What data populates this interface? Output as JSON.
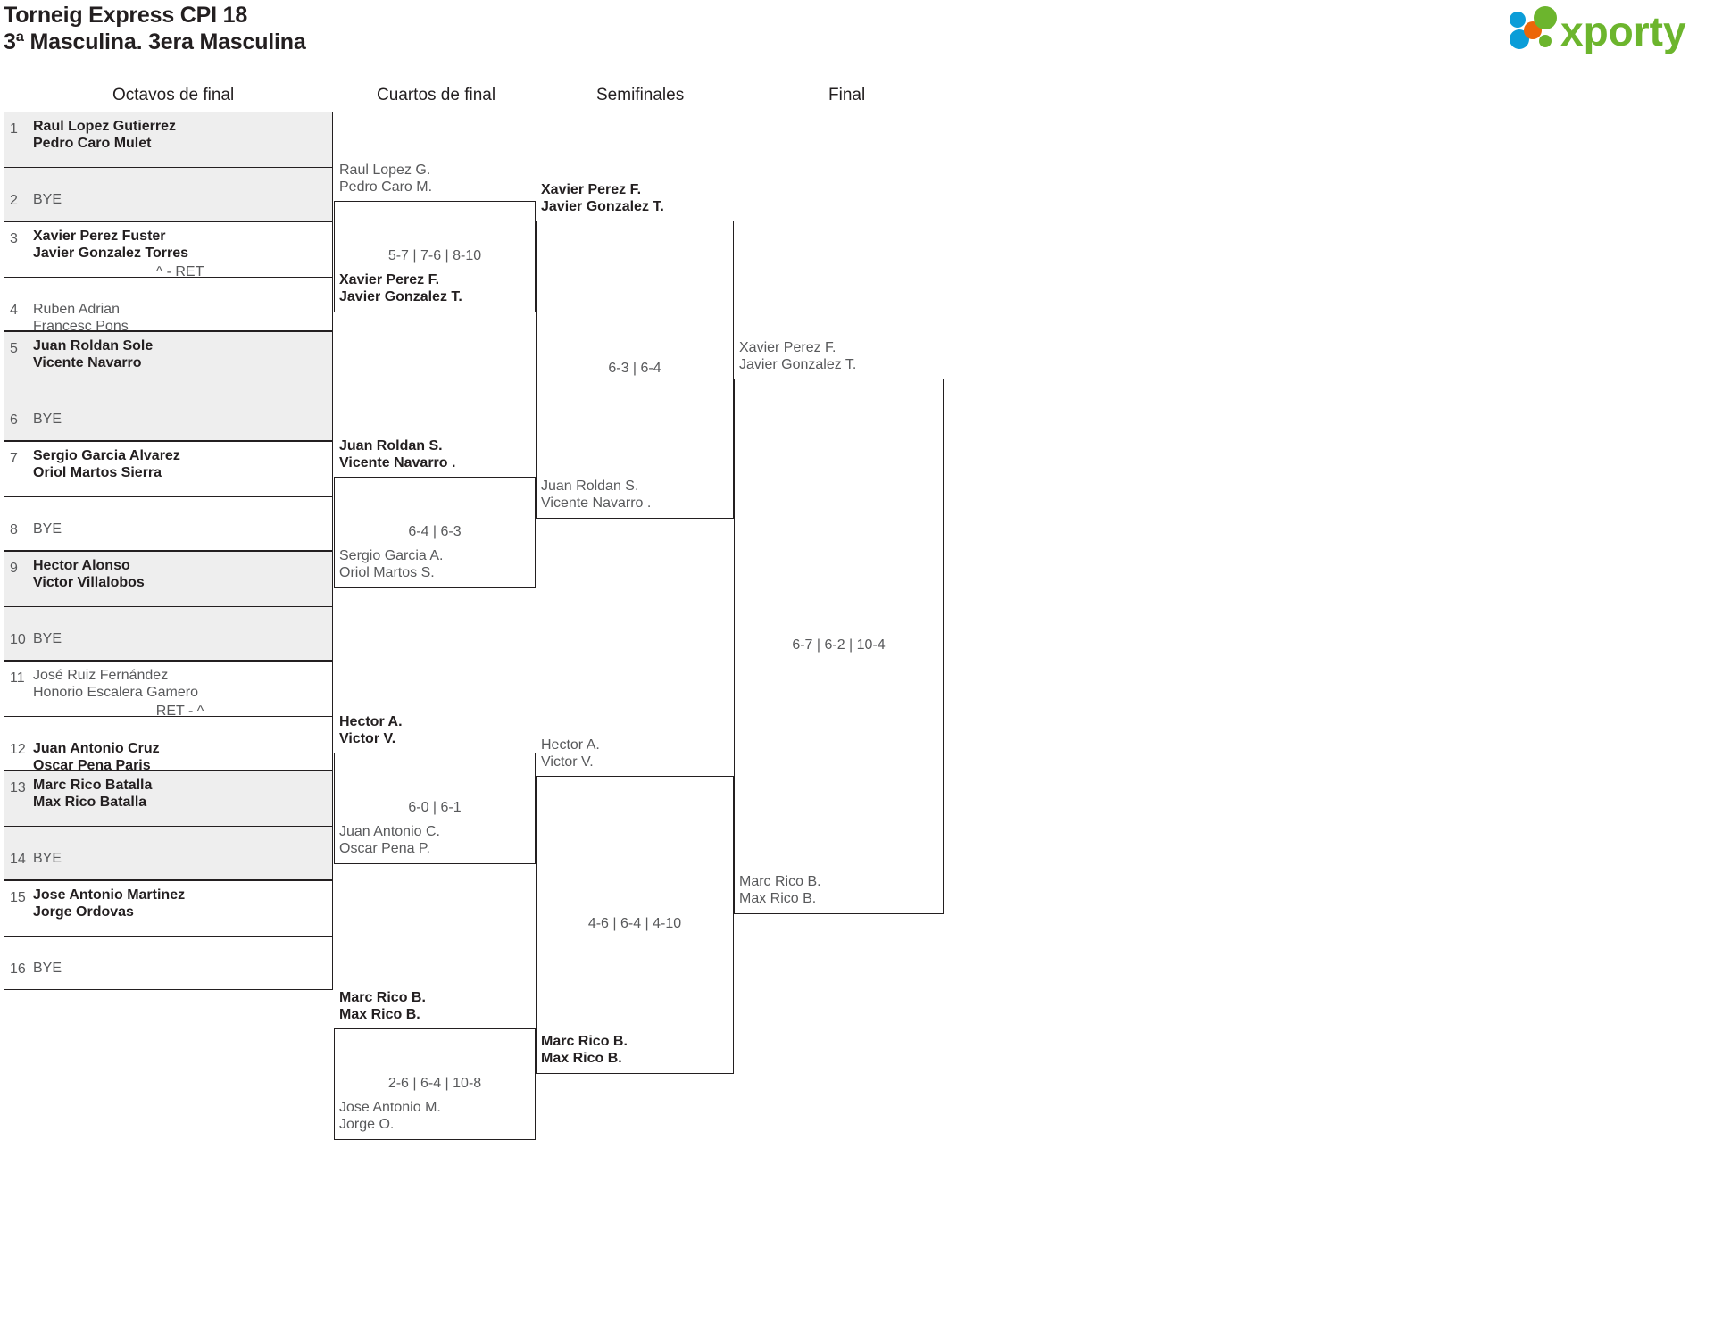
{
  "header": {
    "tournament": "Torneig Express CPI 18",
    "category": "3ª Masculina. 3era Masculina",
    "logo_text": "xporty",
    "logo_colors": {
      "green": "#6cb52d",
      "blue": "#0b9dd8",
      "orange": "#ec6608"
    }
  },
  "rounds": [
    {
      "id": "r16",
      "label": "Octavos de final"
    },
    {
      "id": "qf",
      "label": "Cuartos de final"
    },
    {
      "id": "sf",
      "label": "Semifinales"
    },
    {
      "id": "f",
      "label": "Final"
    }
  ],
  "round1": [
    {
      "seed": "1",
      "l1": "Raul Lopez Gutierrez",
      "l2": "Pedro Caro Mulet",
      "state": "winner",
      "bye": false
    },
    {
      "seed": "2",
      "l1": "BYE",
      "l2": "",
      "state": "bye",
      "bye": true
    },
    {
      "seed": "3",
      "l1": "Xavier Perez Fuster",
      "l2": "Javier Gonzalez Torres",
      "state": "winner",
      "bye": false
    },
    {
      "seed": "4",
      "l1": "Ruben Adrian",
      "l2": "Francesc Pons",
      "state": "loser",
      "bye": false
    },
    {
      "seed": "5",
      "l1": "Juan Roldan Sole",
      "l2": "Vicente Navarro",
      "state": "winner",
      "bye": false
    },
    {
      "seed": "6",
      "l1": "BYE",
      "l2": "",
      "state": "bye",
      "bye": true
    },
    {
      "seed": "7",
      "l1": "Sergio Garcia Alvarez",
      "l2": "Oriol Martos Sierra",
      "state": "winner",
      "bye": false
    },
    {
      "seed": "8",
      "l1": "BYE",
      "l2": "",
      "state": "bye",
      "bye": true
    },
    {
      "seed": "9",
      "l1": "Hector Alonso",
      "l2": "Victor Villalobos",
      "state": "winner",
      "bye": false
    },
    {
      "seed": "10",
      "l1": "BYE",
      "l2": "",
      "state": "bye",
      "bye": true
    },
    {
      "seed": "11",
      "l1": "José Ruiz Fernández",
      "l2": "Honorio Escalera Gamero",
      "state": "loser",
      "bye": false
    },
    {
      "seed": "12",
      "l1": "Juan Antonio Cruz",
      "l2": "Oscar Pena Paris",
      "state": "winner",
      "bye": false
    },
    {
      "seed": "13",
      "l1": "Marc Rico Batalla",
      "l2": "Max Rico Batalla",
      "state": "winner",
      "bye": false
    },
    {
      "seed": "14",
      "l1": "BYE",
      "l2": "",
      "state": "bye",
      "bye": true
    },
    {
      "seed": "15",
      "l1": "Jose Antonio Martinez",
      "l2": "Jorge Ordovas",
      "state": "winner",
      "bye": false
    },
    {
      "seed": "16",
      "l1": "BYE",
      "l2": "",
      "state": "bye",
      "bye": true
    }
  ],
  "round1_scores": [
    {
      "pair": "1-2",
      "text": ""
    },
    {
      "pair": "3-4",
      "text": "^ - RET"
    },
    {
      "pair": "5-6",
      "text": ""
    },
    {
      "pair": "7-8",
      "text": ""
    },
    {
      "pair": "9-10",
      "text": ""
    },
    {
      "pair": "11-12",
      "text": "RET - ^"
    },
    {
      "pair": "13-14",
      "text": ""
    },
    {
      "pair": "15-16",
      "text": ""
    }
  ],
  "quarterfinals": [
    {
      "top_l1": "Raul Lopez G.",
      "top_l2": "Pedro Caro M.",
      "top_state": "loser",
      "bot_l1": "Xavier Perez F.",
      "bot_l2": "Javier Gonzalez T.",
      "bot_state": "winner",
      "score": "5-7 | 7-6 | 8-10"
    },
    {
      "top_l1": "Juan Roldan S.",
      "top_l2": "Vicente Navarro .",
      "top_state": "winner",
      "bot_l1": "Sergio Garcia A.",
      "bot_l2": "Oriol Martos S.",
      "bot_state": "loser",
      "score": "6-4 | 6-3"
    },
    {
      "top_l1": "Hector A.",
      "top_l2": "Victor V.",
      "top_state": "winner",
      "bot_l1": "Juan Antonio C.",
      "bot_l2": "Oscar Pena P.",
      "bot_state": "loser",
      "score": "6-0 | 6-1"
    },
    {
      "top_l1": "Marc Rico B.",
      "top_l2": "Max Rico B.",
      "top_state": "winner",
      "bot_l1": "Jose Antonio M.",
      "bot_l2": "Jorge O.",
      "bot_state": "loser",
      "score": "2-6 | 6-4 | 10-8"
    }
  ],
  "semifinals": [
    {
      "top_l1": "Xavier Perez F.",
      "top_l2": "Javier Gonzalez T.",
      "top_state": "winner",
      "bot_l1": "Juan Roldan S.",
      "bot_l2": "Vicente Navarro .",
      "bot_state": "loser",
      "score": "6-3 | 6-4"
    },
    {
      "top_l1": "Hector A.",
      "top_l2": "Victor V.",
      "top_state": "loser",
      "bot_l1": "Marc Rico B.",
      "bot_l2": "Max Rico B.",
      "bot_state": "winner",
      "score": "4-6 | 6-4 | 4-10"
    }
  ],
  "final": [
    {
      "top_l1": "Xavier Perez F.",
      "top_l2": "Javier Gonzalez T.",
      "top_state": "loser",
      "bot_l1": "Marc Rico B.",
      "bot_l2": "Max Rico B.",
      "bot_state": "loser",
      "score": "6-7 | 6-2 | 10-4"
    }
  ]
}
